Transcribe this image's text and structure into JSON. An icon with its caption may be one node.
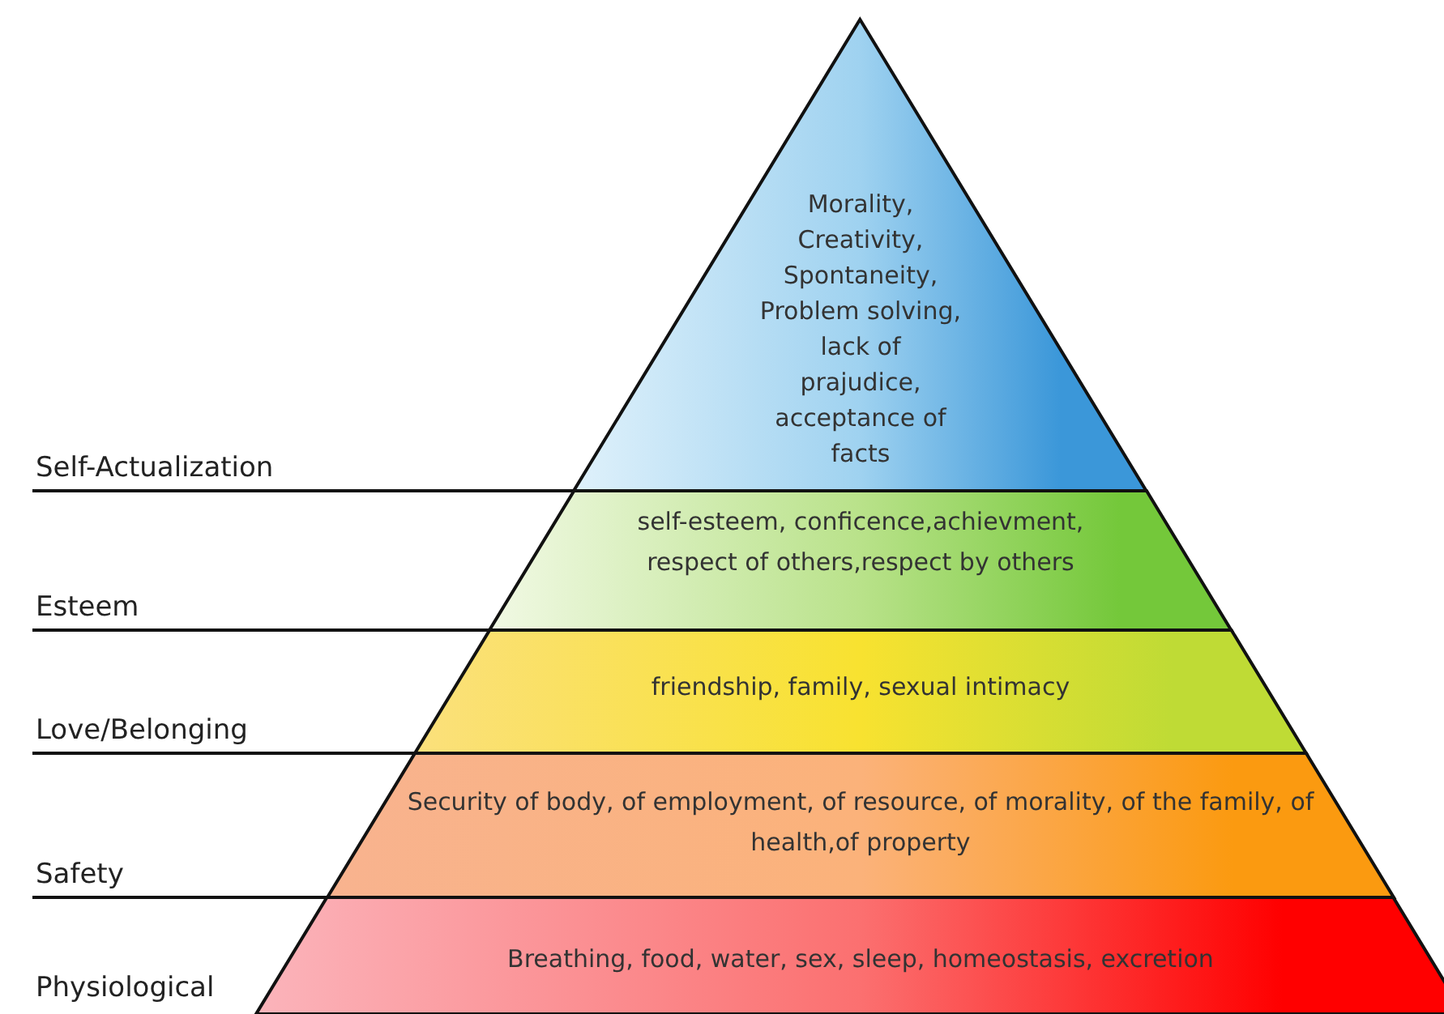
{
  "diagram": {
    "nodes": [
      {
        "text": [
          "Morality, Creativity, Spontaneity, Problem solving, lack of prajudice, acceptance of facts"
        ]
      },
      {
        "text": [
          "self-esteem, conficence,achievment, respect of others,respect by others"
        ]
      },
      {
        "text": [
          "friendship, family, sexual intimacy"
        ]
      },
      {
        "text": [
          "Security of body, of employment, of resource, of morality, of the family, of health,of property"
        ]
      },
      {
        "text": [
          "Breathing, food, water, sex, sleep, homeostasis, excretion"
        ]
      }
    ],
    "labels": [
      "Self-Actualization",
      "Esteem",
      "Love/Belonging",
      "Safety",
      "Physiological"
    ]
  }
}
